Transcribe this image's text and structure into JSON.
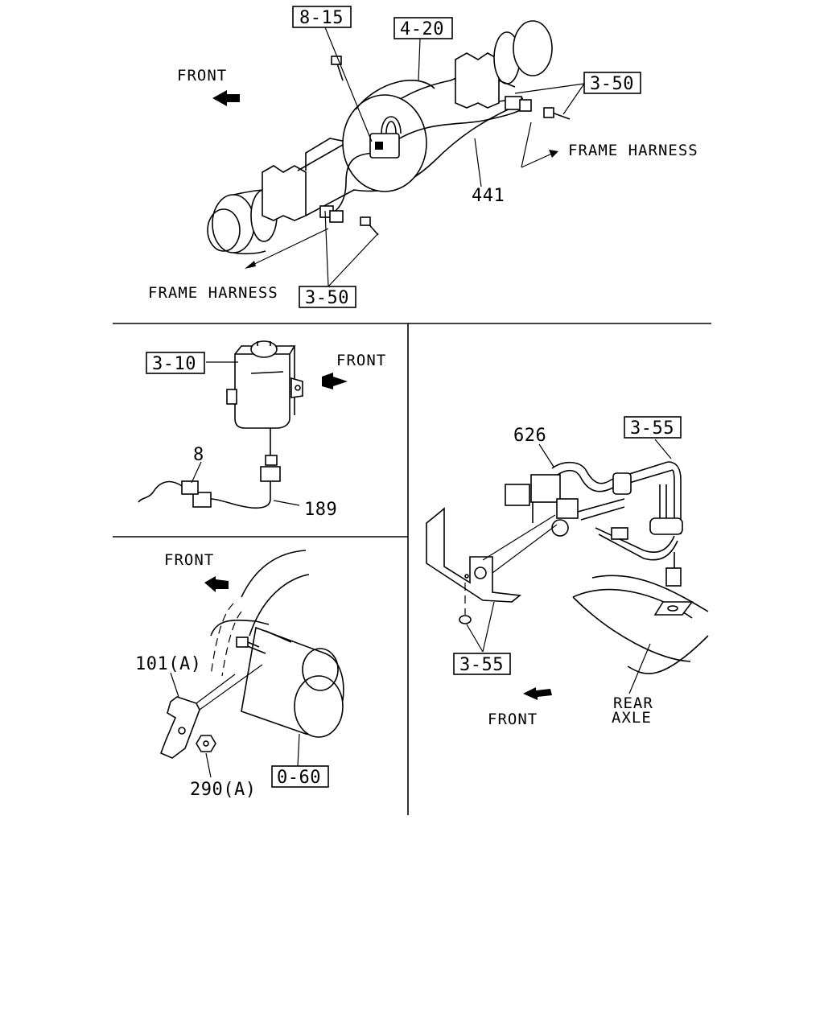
{
  "top_view": {
    "front_label": "FRONT",
    "frame_harness_right": "FRAME HARNESS",
    "frame_harness_left": "FRAME HARNESS",
    "ref_8_15": "8-15",
    "ref_4_20": "4-20",
    "ref_3_50_top": "3-50",
    "ref_3_50_bottom": "3-50",
    "part_441": "441"
  },
  "tank_view": {
    "ref_3_10": "3-10",
    "front_label": "FRONT",
    "part_8": "8",
    "part_189": "189"
  },
  "cylinder_view": {
    "front_label": "FRONT",
    "part_101a": "101(A)",
    "part_290a": "290(A)",
    "ref_0_60": "0-60"
  },
  "axle_view": {
    "part_626": "626",
    "ref_3_55_top": "3-55",
    "ref_3_55_bottom": "3-55",
    "front_label": "FRONT",
    "rear_label": "REAR",
    "axle_label": "AXLE"
  }
}
